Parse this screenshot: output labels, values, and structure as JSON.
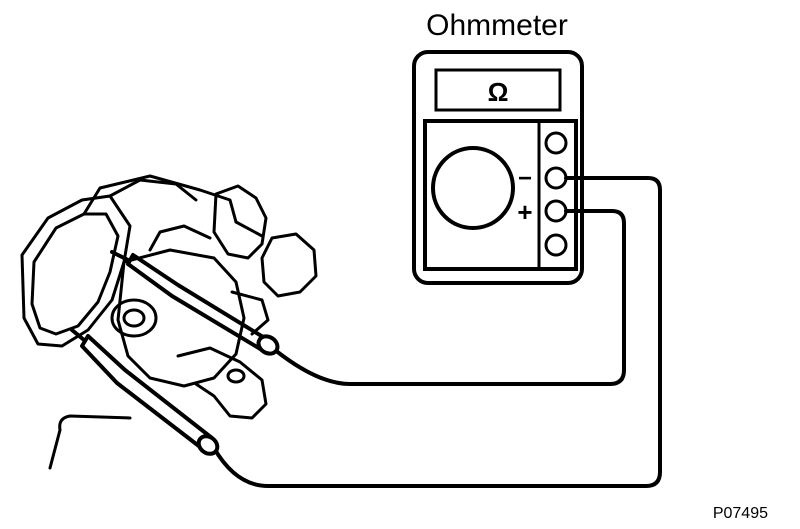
{
  "diagram": {
    "title": "Ohmmeter",
    "display_symbol": "Ω",
    "terminal_minus_label": "−",
    "terminal_plus_label": "+",
    "figure_code": "P07495"
  },
  "colors": {
    "ink": "#000000",
    "paper": "#ffffff"
  }
}
